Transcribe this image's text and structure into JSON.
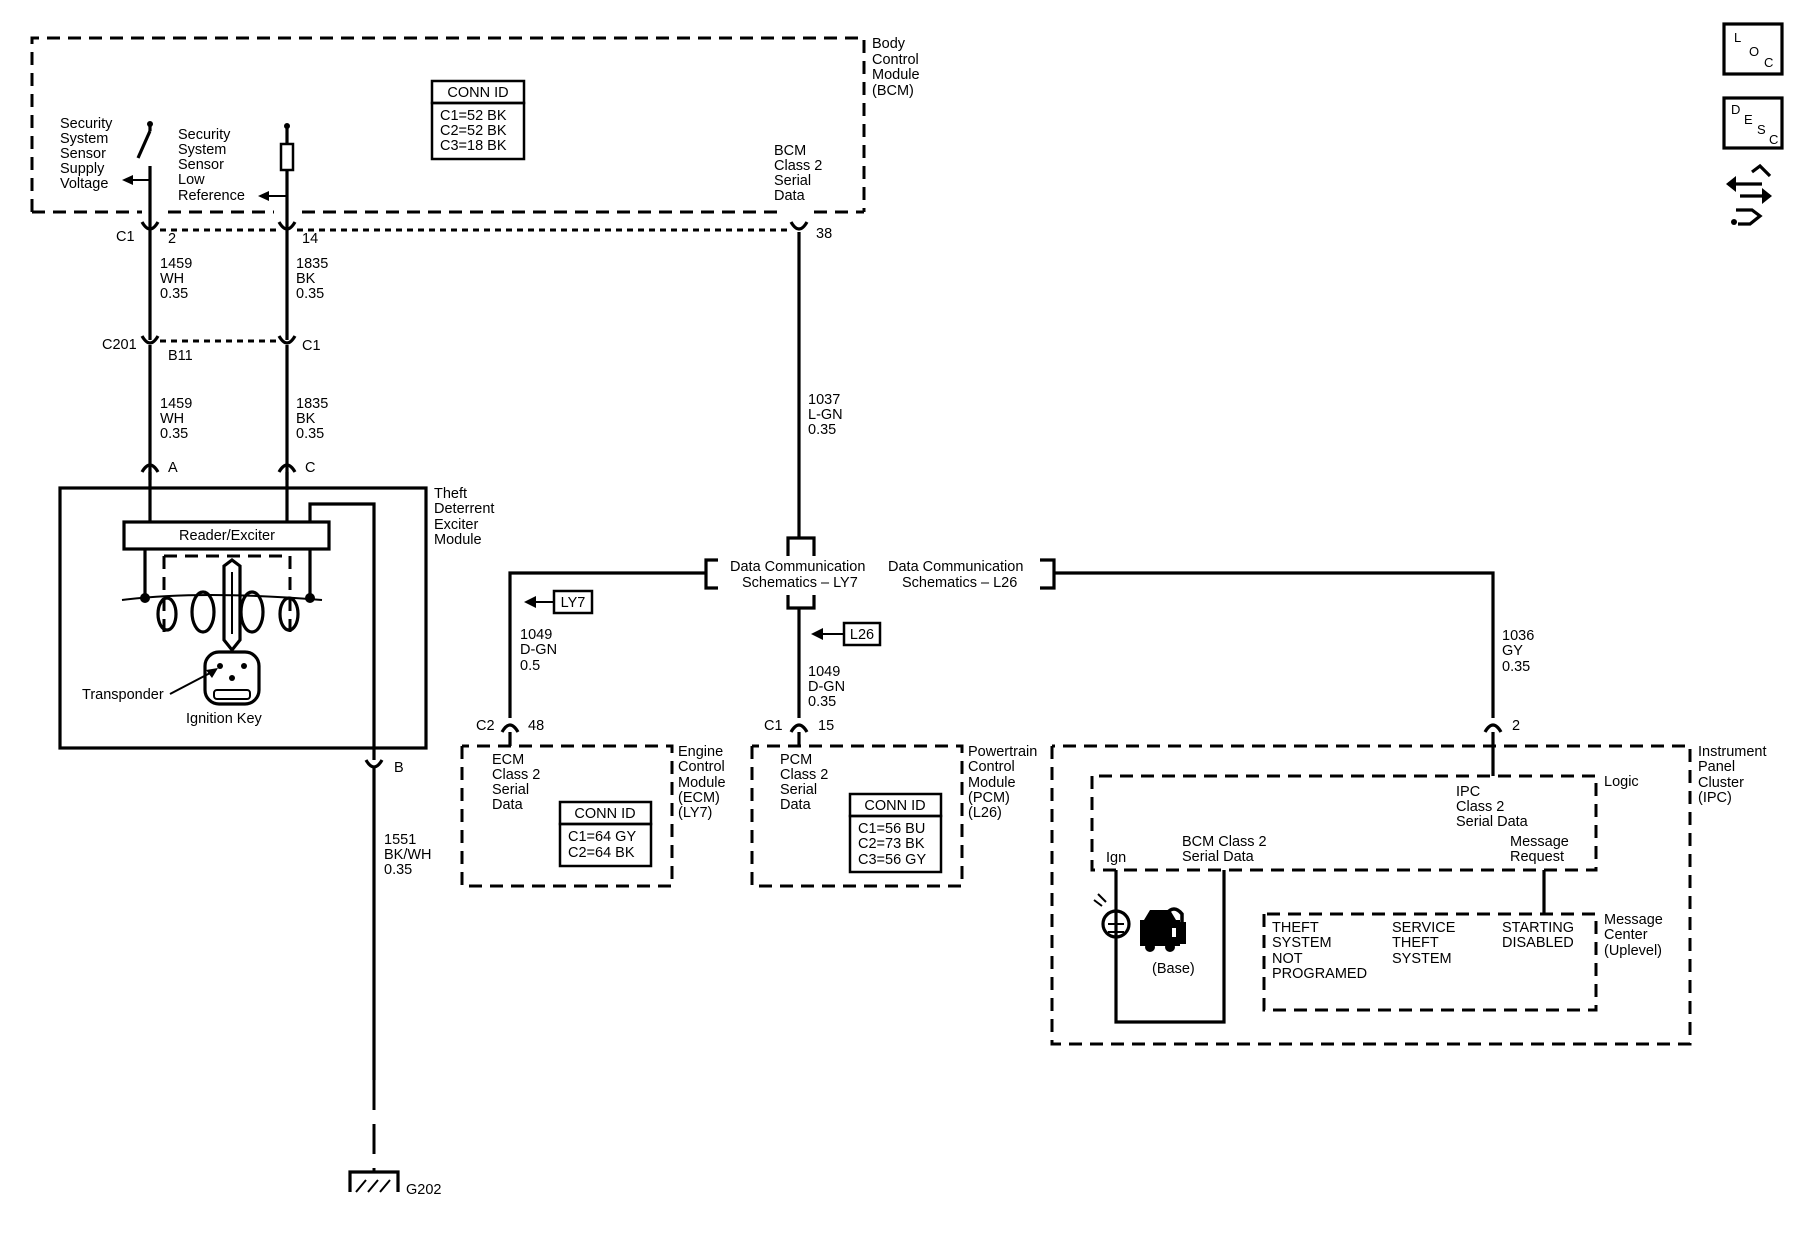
{
  "bcm": {
    "name": [
      "Body",
      "Control",
      "Module",
      "(BCM)"
    ],
    "conn_title": "CONN ID",
    "conn": [
      "C1=52 BK",
      "C2=52 BK",
      "C3=18 BK"
    ],
    "supply_label": [
      "Security",
      "System",
      "Sensor",
      "Supply",
      "Voltage"
    ],
    "lowref_label": [
      "Security",
      "System",
      "Sensor",
      "Low",
      "Reference"
    ],
    "serial_label": [
      "BCM",
      "Class 2",
      "Serial",
      "Data"
    ],
    "connector": "C1",
    "pin_supply": "2",
    "pin_lowref": "14",
    "pin_serial": "38"
  },
  "wires": {
    "w1459_top": [
      "1459",
      "WH",
      "0.35"
    ],
    "w1835_top": [
      "1835",
      "BK",
      "0.35"
    ],
    "w1459_bot": [
      "1459",
      "WH",
      "0.35"
    ],
    "w1835_bot": [
      "1835",
      "BK",
      "0.35"
    ],
    "w1037": [
      "1037",
      "L-GN",
      "0.35"
    ],
    "w1049_ecm": [
      "1049",
      "D-GN",
      "0.5"
    ],
    "w1049_pcm": [
      "1049",
      "D-GN",
      "0.35"
    ],
    "w1036": [
      "1036",
      "GY",
      "0.35"
    ],
    "w1551": [
      "1551",
      "BK/WH",
      "0.35"
    ]
  },
  "c201": {
    "name": "C201",
    "pin_b11": "B11",
    "pin_c1": "C1"
  },
  "tdm": {
    "name": [
      "Theft",
      "Deterrent",
      "Exciter",
      "Module"
    ],
    "pin_a": "A",
    "pin_c": "C",
    "pin_b": "B",
    "reader": "Reader/Exciter",
    "transponder": "Transponder",
    "ignition_key": "Ignition Key"
  },
  "datacomm": {
    "ly7": [
      "Data Communication",
      "Schematics – LY7"
    ],
    "l26": [
      "Data Communication",
      "Schematics – L26"
    ],
    "tag_ly7": "LY7",
    "tag_l26": "L26"
  },
  "ecm": {
    "name": [
      "Engine",
      "Control",
      "Module",
      "(ECM)",
      "(LY7)"
    ],
    "serial": [
      "ECM",
      "Class 2",
      "Serial",
      "Data"
    ],
    "conn_title": "CONN ID",
    "conn": [
      "C1=64 GY",
      "C2=64 BK"
    ],
    "connector": "C2",
    "pin": "48"
  },
  "pcm": {
    "name": [
      "Powertrain",
      "Control",
      "Module",
      "(PCM)",
      "(L26)"
    ],
    "serial": [
      "PCM",
      "Class 2",
      "Serial",
      "Data"
    ],
    "conn_title": "CONN ID",
    "conn": [
      "C1=56 BU",
      "C2=73 BK",
      "C3=56 GY"
    ],
    "connector": "C1",
    "pin": "15"
  },
  "ipc": {
    "name": [
      "Instrument",
      "Panel",
      "Cluster",
      "(IPC)"
    ],
    "pin": "2",
    "logic": "Logic",
    "serial": [
      "IPC",
      "Class 2",
      "Serial Data"
    ],
    "bcm_serial": [
      "BCM Class 2",
      "Serial Data"
    ],
    "ign": "Ign",
    "msg_request": [
      "Message",
      "Request"
    ],
    "base": "(Base)",
    "msg_center": [
      "Message",
      "Center",
      "(Uplevel)"
    ],
    "msg1": [
      "THEFT",
      "SYSTEM",
      "NOT",
      "PROGRAMED"
    ],
    "msg2": [
      "SERVICE",
      "THEFT",
      "SYSTEM"
    ],
    "msg3": [
      "STARTING",
      "DISABLED"
    ]
  },
  "ground": {
    "name": "G202"
  },
  "side_icons": {
    "loc": [
      "L",
      "O",
      "C"
    ],
    "desc": [
      "D",
      "E",
      "S",
      "C"
    ]
  }
}
